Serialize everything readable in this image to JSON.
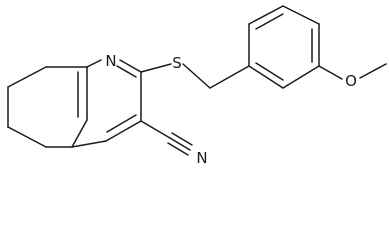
{
  "atoms": {
    "ring_nitrogen": "N",
    "sulfur": "S",
    "ether_oxygen": "O",
    "nitrile_nitrogen": "N"
  },
  "colors": {
    "bond": "#1a1a1a",
    "background": "#ffffff"
  }
}
